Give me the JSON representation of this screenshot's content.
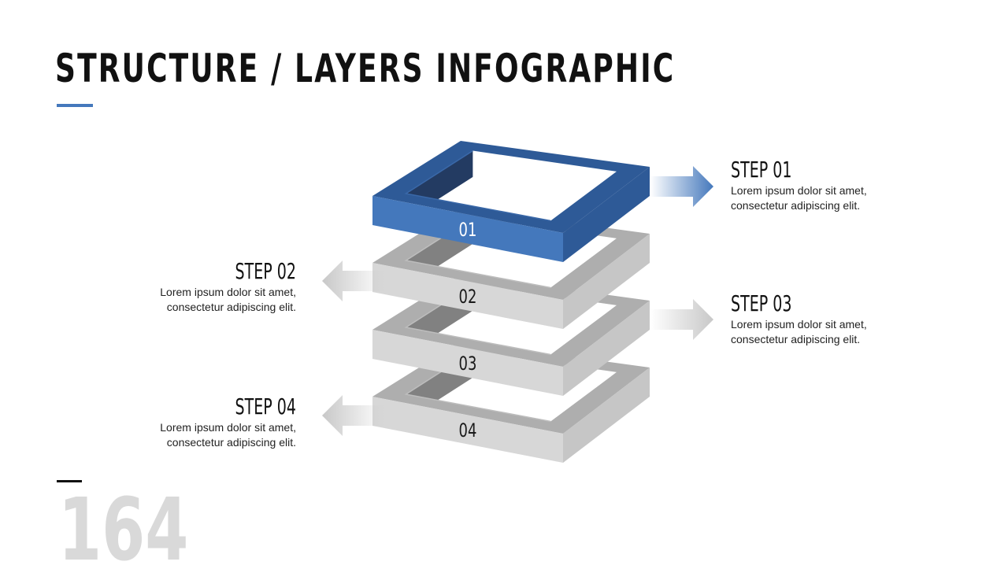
{
  "title": "STRUCTURE / LAYERS INFOGRAPHIC",
  "page_number": "164",
  "colors": {
    "accent": "#4478bc",
    "accent_dark": "#2e5a97",
    "accent_deep": "#233b62",
    "gray_front": "#d7d7d7",
    "gray_side": "#c6c6c6",
    "gray_top": "#aeaeae",
    "gray_inner": "#818181"
  },
  "layers": [
    {
      "label": "01",
      "highlight": true
    },
    {
      "label": "02",
      "highlight": false
    },
    {
      "label": "03",
      "highlight": false
    },
    {
      "label": "04",
      "highlight": false
    }
  ],
  "steps": [
    {
      "title": "STEP 01",
      "line1": "Lorem ipsum dolor sit amet,",
      "line2": "consectetur adipiscing elit.",
      "side": "right"
    },
    {
      "title": "STEP 02",
      "line1": "Lorem ipsum dolor sit amet,",
      "line2": "consectetur adipiscing elit.",
      "side": "left"
    },
    {
      "title": "STEP 03",
      "line1": "Lorem ipsum dolor sit amet,",
      "line2": "consectetur adipiscing elit.",
      "side": "right"
    },
    {
      "title": "STEP 04",
      "line1": "Lorem ipsum dolor sit amet,",
      "line2": "consectetur adipiscing elit.",
      "side": "left"
    }
  ]
}
